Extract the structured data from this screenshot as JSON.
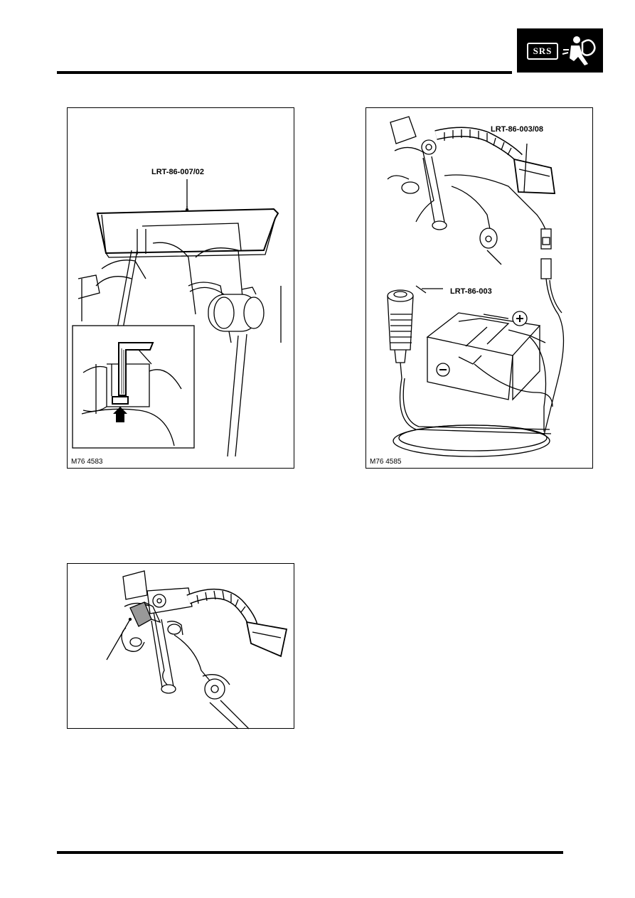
{
  "header": {
    "badge_text": "SRS",
    "badge_icon": "airbag-icon"
  },
  "figures": [
    {
      "code": "M76 4583",
      "labels": [
        "LRT-86-007/02"
      ]
    },
    {
      "code": "M76 4585",
      "labels": [
        "LRT-86-003/08",
        "LRT-86-003"
      ]
    },
    {
      "code": "",
      "labels": []
    }
  ],
  "colors": {
    "ink": "#000000",
    "badge_bg": "#000000",
    "badge_fg": "#ffffff"
  }
}
